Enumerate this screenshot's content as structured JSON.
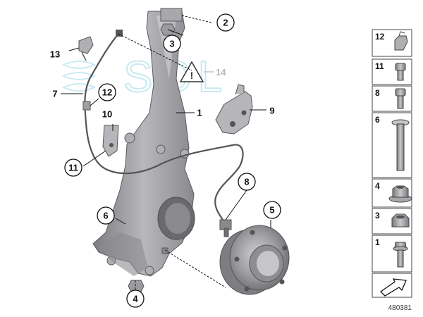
{
  "diagram_id": "480381",
  "watermark": "SOL",
  "watermark_callout": "14",
  "callouts": [
    {
      "label": "1",
      "style": "plain"
    },
    {
      "label": "2",
      "style": "circle"
    },
    {
      "label": "3",
      "style": "circle"
    },
    {
      "label": "4",
      "style": "circle"
    },
    {
      "label": "5",
      "style": "circle-highlight"
    },
    {
      "label": "6",
      "style": "circle"
    },
    {
      "label": "7",
      "style": "plain"
    },
    {
      "label": "8",
      "style": "circle"
    },
    {
      "label": "9",
      "style": "plain"
    },
    {
      "label": "10",
      "style": "plain"
    },
    {
      "label": "11",
      "style": "circle"
    },
    {
      "label": "12",
      "style": "circle"
    },
    {
      "label": "13",
      "style": "plain"
    }
  ],
  "legend": [
    {
      "label": "12",
      "icon": "clip-icon"
    },
    {
      "label": "11",
      "icon": "socket-bolt-short-icon"
    },
    {
      "label": "8",
      "icon": "socket-bolt-icon"
    },
    {
      "label": "6",
      "icon": "torx-bolt-icon"
    },
    {
      "label": "4",
      "icon": "collar-nut-icon"
    },
    {
      "label": "3",
      "icon": "hex-nut-icon"
    },
    {
      "label": "1",
      "icon": "long-bolt-icon"
    }
  ],
  "colors": {
    "part_fill": "#9a9a9e",
    "part_light": "#c8c8cc",
    "part_dark": "#6e6e72",
    "highlight": "#d9262c",
    "watermark": "#bfe6ef"
  }
}
